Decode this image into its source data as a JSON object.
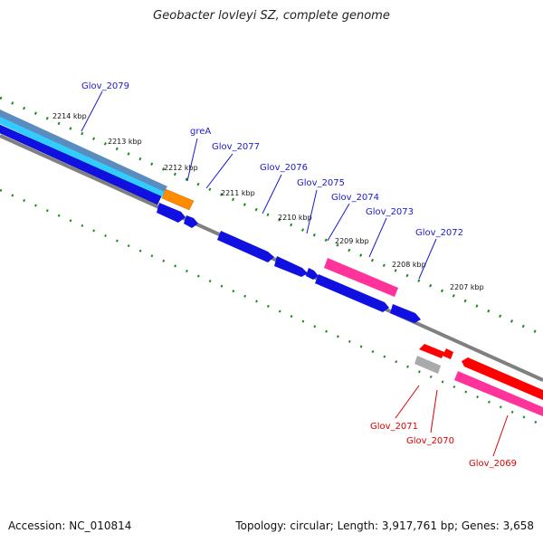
{
  "title": "Geobacter lovleyi SZ, complete genome",
  "footer": {
    "accession": "Accession: NC_010814",
    "summary": "Topology: circular; Length: 3,917,761 bp; Genes: 3,658"
  },
  "colors": {
    "forward_gene": "#1010e0",
    "reverse_gene": "#ff0000",
    "pseudo_gene": "#ff3399",
    "rna_gene": "#ff8c00",
    "other_gene": "#aaaaaa",
    "region_outer": "#5a8cc0",
    "region_inner": "#33ccff",
    "backbone": "#808080",
    "ticks": "#228822",
    "label_forward": "#1a1acc",
    "label_reverse": "#dd0000"
  },
  "scale_labels": [
    "2214 kbp",
    "2213 kbp",
    "2212 kbp",
    "2211 kbp",
    "2210 kbp",
    "2209 kbp",
    "2208 kbp",
    "2207 kbp"
  ],
  "forward_labels": [
    "Glov_2079",
    "greA",
    "Glov_2077",
    "Glov_2076",
    "Glov_2075",
    "Glov_2074",
    "Glov_2073",
    "Glov_2072"
  ],
  "reverse_labels": [
    "Glov_2071",
    "Glov_2070",
    "Glov_2069"
  ]
}
